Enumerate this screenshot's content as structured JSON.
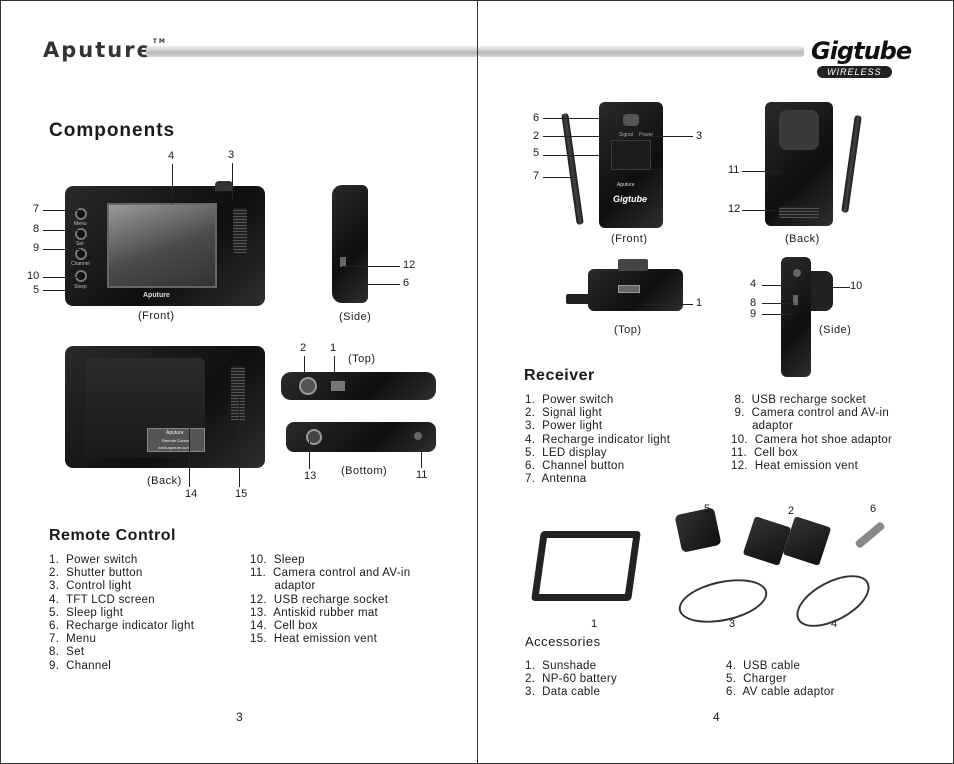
{
  "left_page": {
    "brand": "Aputure",
    "brand_tm": "TM",
    "title": "Components",
    "callouts": {
      "n4": "4",
      "n3": "3",
      "n7": "7",
      "n8": "8",
      "n9": "9",
      "n10": "10",
      "n5": "5",
      "n12": "12",
      "n6": "6",
      "n2": "2",
      "n1": "1",
      "n13": "13",
      "n11": "11",
      "n14": "14",
      "n15": "15"
    },
    "device_text": {
      "menu": "Menu",
      "set": "Set",
      "channel": "Channel",
      "sleep": "Sleep",
      "logo": "Aputure",
      "back_logo": "Aputure",
      "back_line1": "Remote Control",
      "back_line2": "www.aputure.com"
    },
    "captions": {
      "front": "(Front)",
      "side": "(Side)",
      "top": "(Top)",
      "bottom": "(Bottom)",
      "back": "(Back)"
    },
    "section_title": "Remote Control",
    "items_col1": [
      "1.  Power switch",
      "2.  Shutter button",
      "3.  Control light",
      "4.  TFT LCD screen",
      "5.  Sleep light",
      "6.  Recharge indicator light",
      "7.  Menu",
      "8.  Set",
      "9.  Channel"
    ],
    "items_col2": [
      "10.  Sleep",
      "11.  Camera control and AV-in",
      "       adaptor",
      "12.  USB recharge socket",
      "13.  Antiskid rubber mat",
      "14.  Cell box",
      "15.  Heat emission vent"
    ],
    "page_number": "3"
  },
  "right_page": {
    "brand": "Gigtube",
    "brand_sub": "WIRELESS",
    "callouts": {
      "n6": "6",
      "n2": "2",
      "n5": "5",
      "n7": "7",
      "n3": "3",
      "n11": "11",
      "n12": "12",
      "n1": "1",
      "n4": "4",
      "n10": "10",
      "n8": "8",
      "n9": "9"
    },
    "device_text": {
      "power": "Power",
      "signal": "Signal",
      "logo": "Aputure",
      "gig": "Gigtube"
    },
    "captions": {
      "front": "(Front)",
      "back": "(Back)",
      "top": "(Top)",
      "side": "(Side)"
    },
    "section_title": "Receiver",
    "items_col1": [
      "1.  Power switch",
      "2.  Signal light",
      "3.  Power light",
      "4.  Recharge indicator light",
      "5.  LED display",
      "6.  Channel button",
      "7.  Antenna"
    ],
    "items_col2": [
      " 8.  USB recharge socket",
      " 9.  Camera control and AV-in",
      "      adaptor",
      "10.  Camera hot shoe adaptor",
      "11.  Cell box",
      "12.  Heat emission vent"
    ],
    "acc_callouts": {
      "n5": "5",
      "n2": "2",
      "n6": "6",
      "n1": "1",
      "n3": "3",
      "n4": "4"
    },
    "acc_title": "Accessories",
    "acc_col1": [
      "1.  Sunshade",
      "2.  NP-60 battery",
      "3.  Data cable"
    ],
    "acc_col2": [
      "4.  USB cable",
      "5.  Charger",
      "6.  AV cable adaptor"
    ],
    "page_number": "4"
  }
}
